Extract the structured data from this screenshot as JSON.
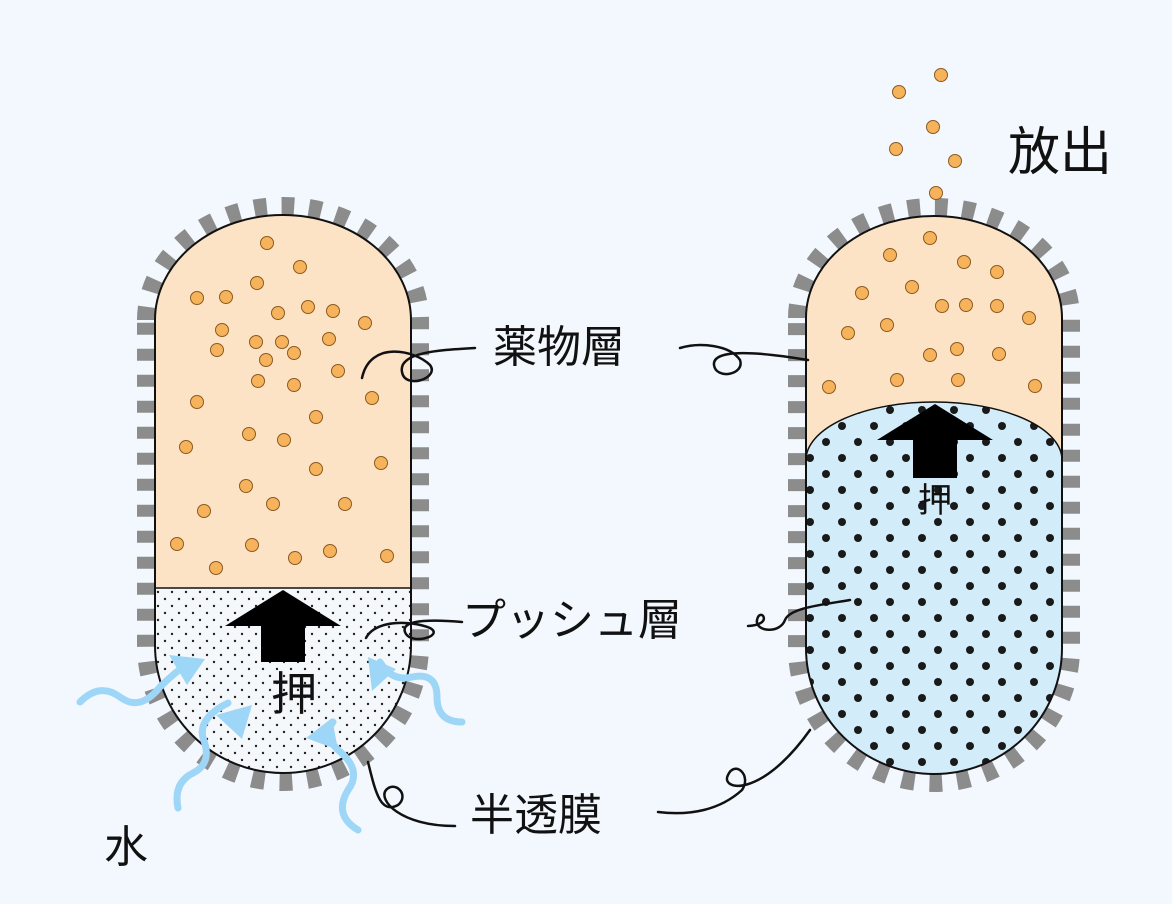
{
  "labels": {
    "drug_layer": "薬物層",
    "push_layer": "プッシュ層",
    "membrane": "半透膜",
    "water": "水",
    "release": "放出",
    "push_left": "押",
    "push_right": "押"
  },
  "colors": {
    "background": "#f2f8fd",
    "drug_fill": "#fde3c6",
    "drug_particle": "#f7b35c",
    "push_fill_dry": "#f5f8fb",
    "push_fill_swollen": "#d3ecfa",
    "membrane_tick": "#8c8c8c",
    "water_arrow": "#9ed6f7",
    "outline": "#111111"
  }
}
